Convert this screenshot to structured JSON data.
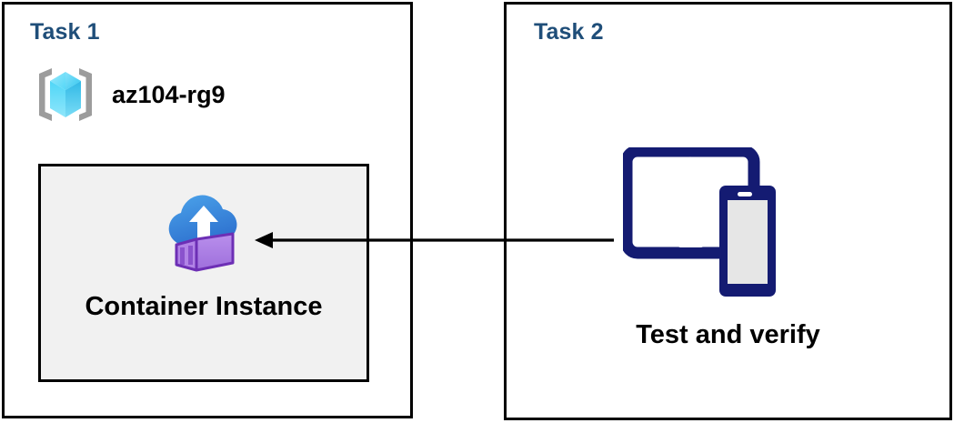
{
  "diagram": {
    "title": "Azure task diagram",
    "colors": {
      "task_heading": "#1F4E79",
      "panel_border": "#000000",
      "card_background": "#f1f1f1",
      "device_navy": "#141b72",
      "container_purple": "#a67ae0",
      "cloud_blue": "#3b8ce0",
      "resource_group_cyan": "#4fd6f7",
      "bracket_gray": "#9c9c9c",
      "arrow": "#000000"
    }
  },
  "task1": {
    "title": "Task 1",
    "resource_group": {
      "icon": "azure-resource-group-icon",
      "label": "az104-rg9"
    },
    "card": {
      "icon": "azure-container-instance-icon",
      "label": "Container Instance"
    }
  },
  "task2": {
    "title": "Task 2",
    "devices": {
      "icon": "tablet-and-phone-icon",
      "label": "Test and verify"
    }
  },
  "connector": {
    "name": "arrow-task2-to-container-instance",
    "direction": "right-to-left",
    "style": "solid-line-with-arrowhead"
  }
}
